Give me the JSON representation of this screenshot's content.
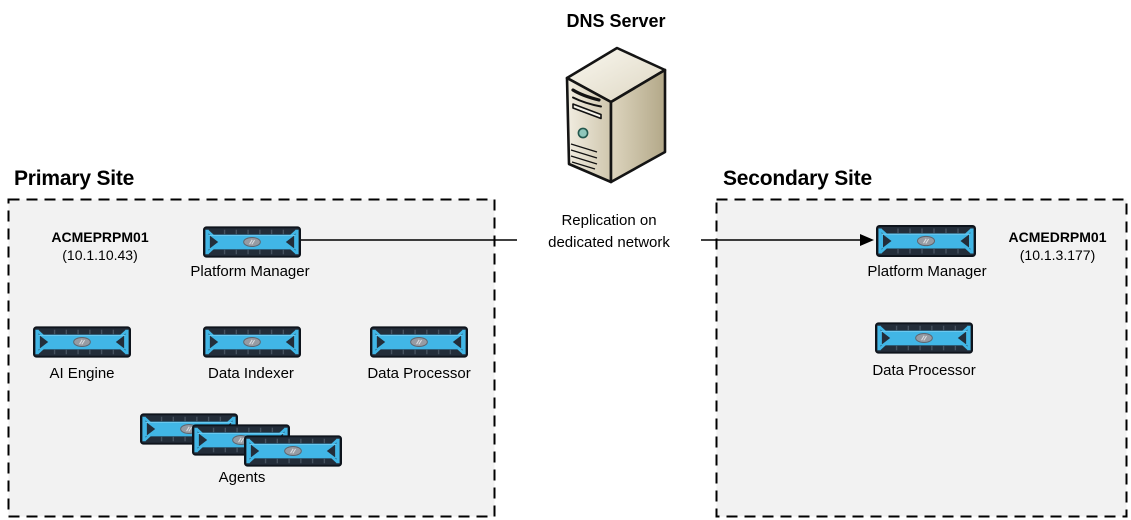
{
  "dns": {
    "label": "DNS Server"
  },
  "replication": {
    "line1": "Replication on",
    "line2": "dedicated network"
  },
  "primary": {
    "title": "Primary Site",
    "pm_hostname": "ACMEPRPM01",
    "pm_ip": "(10.1.10.43)",
    "pm_label": "Platform Manager",
    "nodes": [
      {
        "label": "AI Engine"
      },
      {
        "label": "Data Indexer"
      },
      {
        "label": "Data Processor"
      }
    ],
    "agents_label": "Agents"
  },
  "secondary": {
    "title": "Secondary Site",
    "pm_hostname": "ACMEDRPM01",
    "pm_ip": "(10.1.3.177)",
    "pm_label": "Platform Manager",
    "dp_label": "Data Processor"
  },
  "colors": {
    "appliance_blue": "#41b6e6",
    "appliance_dark": "#232d39",
    "site_box_bg": "#f2f2f2",
    "site_box_border": "#000000",
    "server_beige": "#d5cdb6",
    "arrow": "#000000"
  }
}
